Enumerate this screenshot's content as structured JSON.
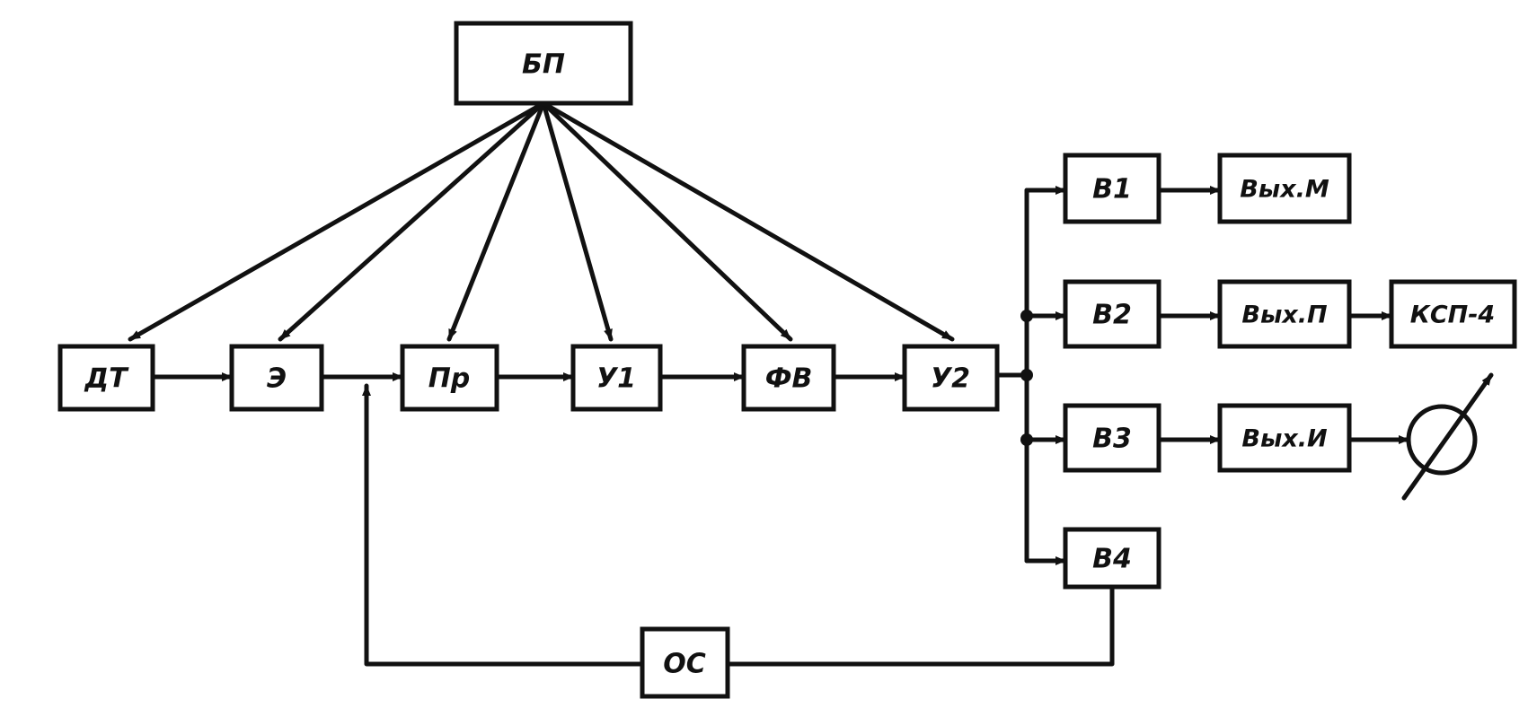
{
  "diagram": {
    "blocks": {
      "bp": "БП",
      "dt": "ДТ",
      "e": "Э",
      "pr": "Пр",
      "u1": "У1",
      "fv": "ФВ",
      "u2": "У2",
      "v1": "В1",
      "v2": "В2",
      "v3": "В3",
      "v4": "В4",
      "vyx_m": "Вых.М",
      "vyx_p": "Вых.П",
      "vyx_i": "Вых.И",
      "ksp4": "КСП-4",
      "os": "ОС"
    },
    "meter_icon": "analog-meter-icon",
    "ink_color": "#111111"
  }
}
